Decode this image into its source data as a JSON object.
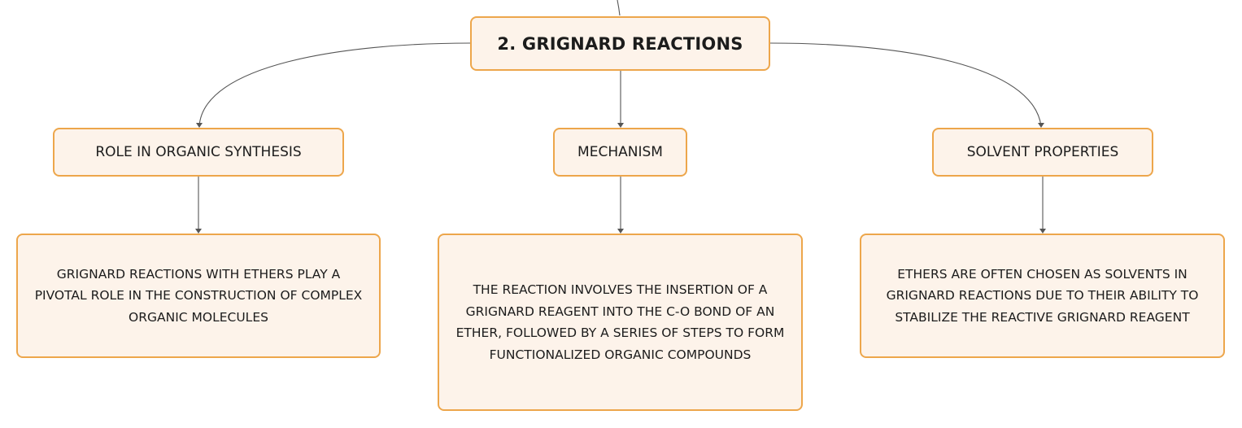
{
  "root": {
    "title": "2. GRIGNARD REACTIONS"
  },
  "branches": [
    {
      "label": "ROLE IN ORGANIC SYNTHESIS",
      "detail": "GRIGNARD REACTIONS WITH ETHERS PLAY A PIVOTAL ROLE IN THE CONSTRUCTION OF COMPLEX ORGANIC MOLECULES"
    },
    {
      "label": "MECHANISM",
      "detail": "THE REACTION INVOLVES THE INSERTION OF A GRIGNARD REAGENT INTO THE C-O BOND OF AN ETHER, FOLLOWED BY A SERIES OF STEPS TO FORM FUNCTIONALIZED ORGANIC COMPOUNDS"
    },
    {
      "label": "SOLVENT PROPERTIES",
      "detail": "ETHERS ARE OFTEN CHOSEN AS SOLVENTS IN GRIGNARD REACTIONS DUE TO THEIR ABILITY TO STABILIZE THE REACTIVE GRIGNARD REAGENT"
    }
  ],
  "colors": {
    "node_fill": "#fdf3ea",
    "node_border": "#eda64b",
    "connector": "#555555"
  }
}
